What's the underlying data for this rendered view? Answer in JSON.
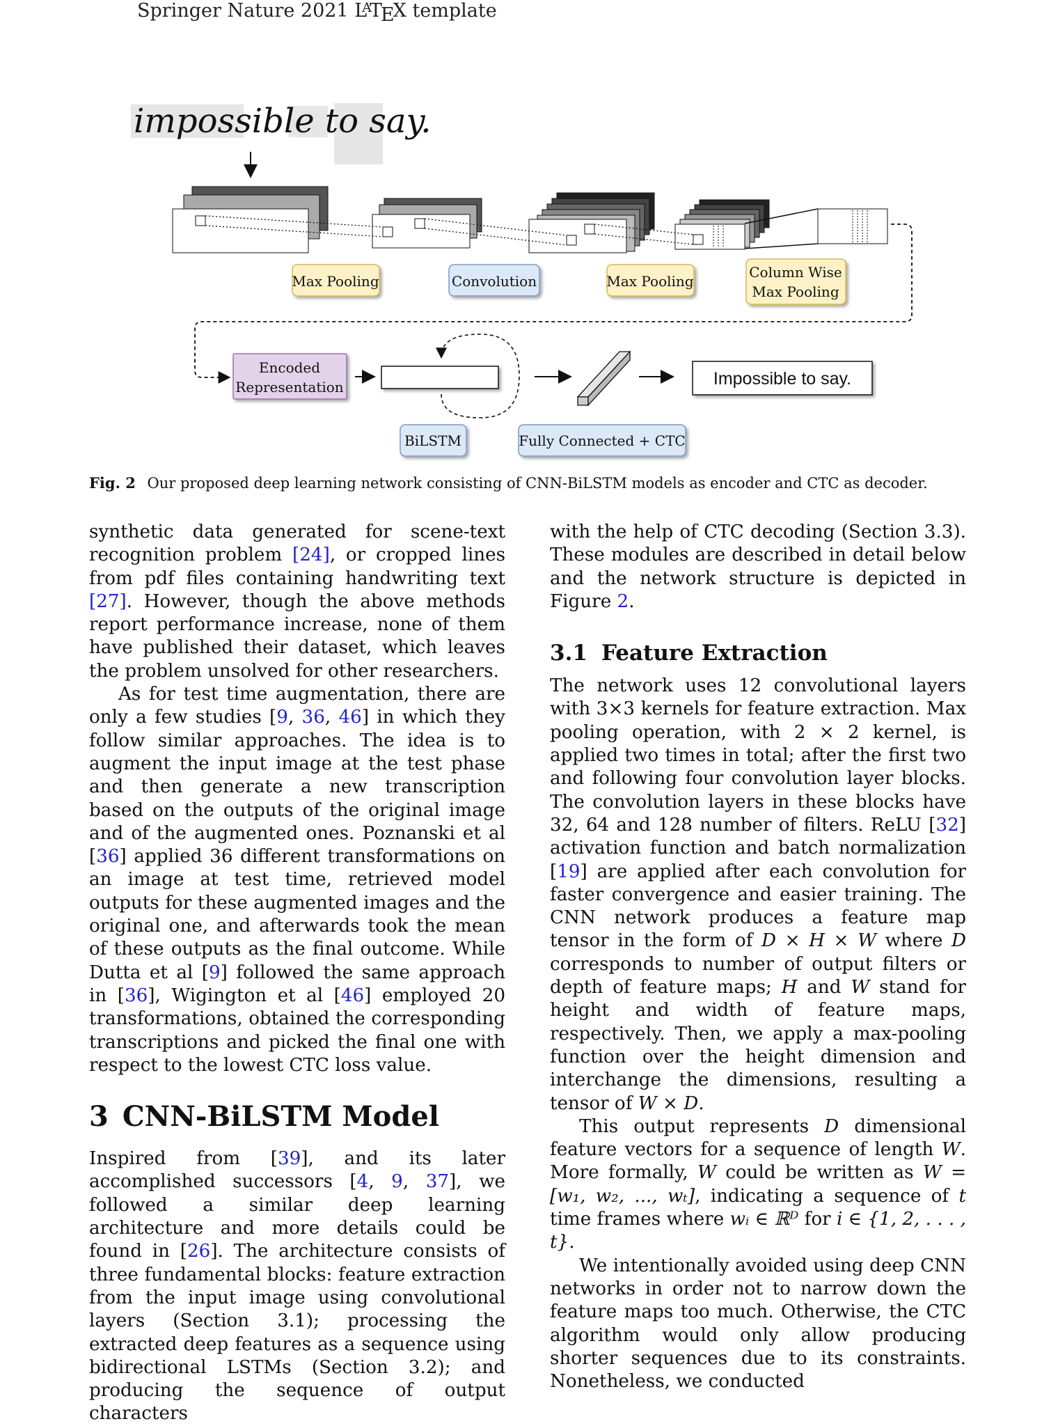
{
  "header": {
    "template_prefix": "Springer Nature 2021",
    "template_suffix": "template"
  },
  "figure": {
    "handwriting": "impossible to say.",
    "labels": {
      "max_pooling_1": "Max Pooling",
      "convolution": "Convolution",
      "max_pooling_2": "Max Pooling",
      "column_wise_1": "Column Wise",
      "column_wise_2": "Max Pooling",
      "encoded_1": "Encoded",
      "encoded_2": "Representation",
      "bilstm": "BiLSTM",
      "fc_ctc": "Fully Connected + CTC",
      "output": "Impossible to say."
    },
    "colors": {
      "yellow_fill": "#fdf1c7",
      "yellow_stroke": "#d9b851",
      "blue_fill": "#dbe8f7",
      "blue_stroke": "#7a9cc6",
      "purple_fill": "#e3d3ea",
      "purple_stroke": "#9a72aa"
    }
  },
  "caption": {
    "label": "Fig. 2",
    "text": "Our proposed deep learning network consisting of CNN-BiLSTM models as encoder and CTC as decoder."
  },
  "left_col": {
    "p1_a": "synthetic data generated for scene-text recognition problem ",
    "p1_r1": "[24]",
    "p1_b": ", or cropped lines from pdf files containing handwriting text ",
    "p1_r2": "[27]",
    "p1_c": ". However, though the above methods report performance increase, none of them have published their dataset, which leaves the problem unsolved for other researchers.",
    "p2_a": "As for test time augmentation, there are only a few studies [",
    "p2_r1": "9",
    "p2_s1": ", ",
    "p2_r2": "36",
    "p2_s2": ", ",
    "p2_r3": "46",
    "p2_b": "] in which they follow similar approaches. The idea is to augment the input image at the test phase and then generate a new transcription based on the outputs of the original image and of the augmented ones. Poznanski et al [",
    "p2_r4": "36",
    "p2_c": "] applied 36 different transformations on an image at test time, retrieved model outputs for these augmented images and the original one, and afterwards took the mean of these outputs as the final outcome. While Dutta et al [",
    "p2_r5": "9",
    "p2_d": "] followed the same approach in [",
    "p2_r6": "36",
    "p2_e": "], Wigington et al [",
    "p2_r7": "46",
    "p2_f": "] employed 20 transformations, obtained the corresponding transcriptions and picked the final one with respect to the lowest CTC loss value.",
    "section_num": "3",
    "section_title": "CNN-BiLSTM Model",
    "p3_a": "Inspired from [",
    "p3_r1": "39",
    "p3_b": "], and its later accomplished successors [",
    "p3_r2": "4",
    "p3_s1": ", ",
    "p3_r3": "9",
    "p3_s2": ", ",
    "p3_r4": "37",
    "p3_c": "], we followed a similar deep learning architecture and more details could be found in [",
    "p3_r5": "26",
    "p3_d": "]. The architecture consists of three fundamental blocks: feature extraction from the input image using convolutional layers (Section 3.1); processing the extracted deep features as a sequence using bidirectional LSTMs (Section 3.2); and producing the sequence of output characters"
  },
  "right_col": {
    "p1_a": "with the help of CTC decoding (Section 3.3). These modules are described in detail below and the network structure is depicted in Figure ",
    "p1_r1": "2",
    "p1_b": ".",
    "sub_num": "3.1",
    "sub_title": "Feature Extraction",
    "p2_a": "The network uses 12 convolutional layers with 3×3 kernels for feature extraction. Max pooling operation, with 2 × 2 kernel, is applied two times in total; after the first two and following four convolution layer blocks. The convolution layers in these blocks have 32, 64 and 128 number of filters. ReLU [",
    "p2_r1": "32",
    "p2_b": "] activation function and batch normalization [",
    "p2_r2": "19",
    "p2_c": "] are applied after each convolution for faster convergence and easier training. The CNN network produces a feature map tensor in the form of ",
    "p2_m1": "D × H × W",
    "p2_d": " where ",
    "p2_m2": "D",
    "p2_e": " corresponds to number of output filters or depth of feature maps; ",
    "p2_m3": "H",
    "p2_f": " and ",
    "p2_m4": "W",
    "p2_g": " stand for height and width of feature maps, respectively. Then, we apply a max-pooling function over the height dimension and interchange the dimensions, resulting a tensor of ",
    "p2_m5": "W × D",
    "p2_h": ".",
    "p3_a": "This output represents ",
    "p3_m1": "D",
    "p3_b": " dimensional feature vectors for a sequence of length ",
    "p3_m2": "W",
    "p3_c": ". More formally, ",
    "p3_m3": "W",
    "p3_d": " could be written as ",
    "p3_m4": "W = [w₁, w₂, ..., wₜ]",
    "p3_e": ", indicating a sequence of ",
    "p3_m5": "t",
    "p3_f": " time frames where ",
    "p3_m6": "wᵢ ∈ ℝᴰ",
    "p3_g": " for ",
    "p3_m7": "i ∈ {1, 2, . . . , t}",
    "p3_h": ".",
    "p4": "We intentionally avoided using deep CNN networks in order not to narrow down the feature maps too much. Otherwise, the CTC algorithm would only allow producing shorter sequences due to its constraints. Nonetheless, we conducted"
  }
}
